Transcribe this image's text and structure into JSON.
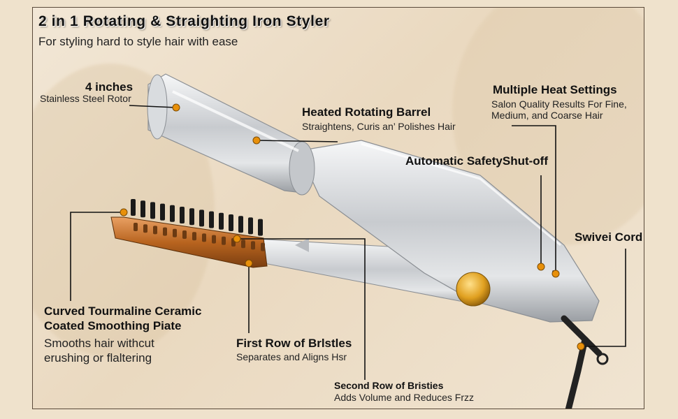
{
  "title": "2 in 1 Rotating & Straighting Iron Styler",
  "subtitle": "For styling hard to style hair with ease",
  "callouts": {
    "rotor": {
      "heading": "4 inches",
      "detail": "Stainless Steel Rotor"
    },
    "barrel": {
      "heading": "Heated Rotating Barrel",
      "detail": "Straightens, Curis an’ Polishes Hair"
    },
    "heat": {
      "heading": "Multiple Heat Settings",
      "detail_line1": "Salon Quality Results For Fine,",
      "detail_line2": "Medium, and Coarse Hair"
    },
    "safety": {
      "heading": "Automatic SafetyShut-off"
    },
    "cord": {
      "heading": "Swivei Cord"
    },
    "plate": {
      "heading_line1": "Curved Tourmaline Ceramic",
      "heading_line2": "Coated Smoothing Piate",
      "detail_line1": "Smooths hair withcut",
      "detail_line2": "erushing or flaltering"
    },
    "first_row": {
      "heading": "First Row of Brlstles",
      "detail": "Separates and Aligns Hsr"
    },
    "second_row": {
      "heading": "Second Row of Bristies",
      "detail": "Adds Volume and Reduces Frzz"
    }
  },
  "colors": {
    "dot": "#e8900a",
    "leader": "#111111",
    "body_silver": "#c9ccd0",
    "plate_copper": "#c7772f",
    "bristle": "#1a1a1a"
  }
}
